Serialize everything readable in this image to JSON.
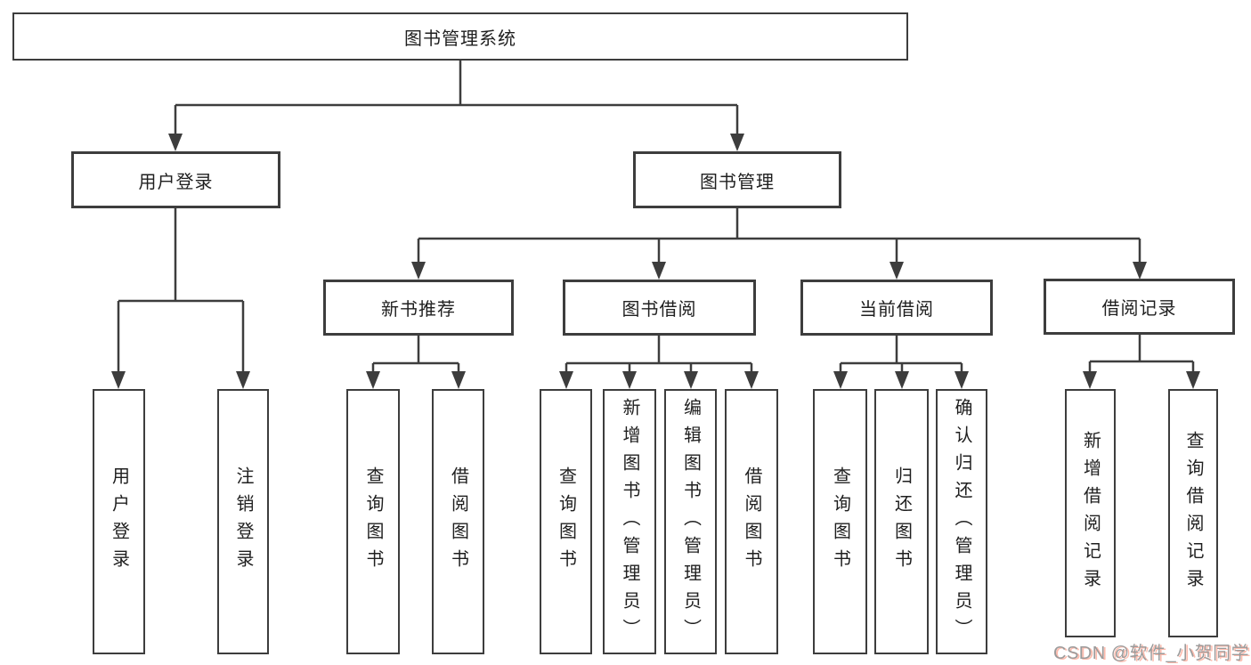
{
  "tree": {
    "root": {
      "label": "图书管理系统",
      "children": [
        {
          "label": "用户登录",
          "children": [
            {
              "label": "用户登录"
            },
            {
              "label": "注销登录"
            }
          ]
        },
        {
          "label": "图书管理",
          "children": [
            {
              "label": "新书推荐",
              "children": [
                {
                  "label": "查询图书"
                },
                {
                  "label": "借阅图书"
                }
              ]
            },
            {
              "label": "图书借阅",
              "children": [
                {
                  "label": "查询图书"
                },
                {
                  "label": "新增图书（管理员）"
                },
                {
                  "label": "编辑图书（管理员）"
                },
                {
                  "label": "借阅图书"
                }
              ]
            },
            {
              "label": "当前借阅",
              "children": [
                {
                  "label": "查询图书"
                },
                {
                  "label": "归还图书"
                },
                {
                  "label": "确认归还（管理员）"
                }
              ]
            },
            {
              "label": "借阅记录",
              "children": [
                {
                  "label": "新增借阅记录"
                },
                {
                  "label": "查询借阅记录"
                }
              ]
            }
          ]
        }
      ]
    }
  },
  "colors": {
    "line": "#3d3d3d",
    "box_border": "#3d3d3d",
    "text": "#1f1f1f",
    "watermark": "#9b9b9b",
    "watermark_accent": "#fc5531"
  },
  "watermark": {
    "text": "CSDN @软件_小贺同学"
  }
}
